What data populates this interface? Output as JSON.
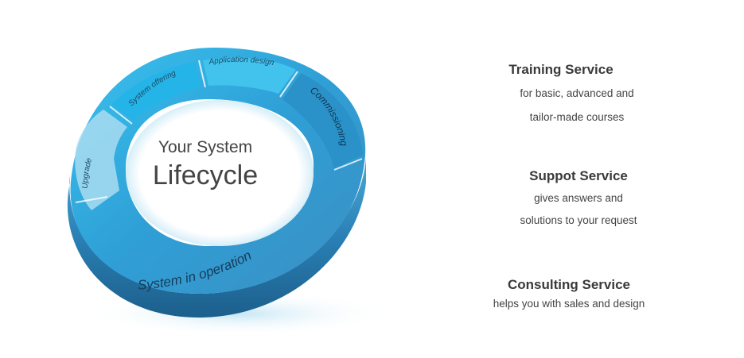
{
  "diagram": {
    "center_line1": "Your System",
    "center_line2": "Lifecycle",
    "segments": {
      "system_offering": "System offering",
      "application_design": "Application design",
      "commissioning": "Commissioning",
      "system_in_operation": "System in operation",
      "upgrade": "Upgrade"
    },
    "colors": {
      "ring_top": "#2bb8e8",
      "ring_mid": "#3b9fd0",
      "ring_side": "#1f6f9e",
      "ring_light": "#a7dcf2"
    }
  },
  "services": [
    {
      "title": "Training Service",
      "desc_line1": "for basic, advanced and",
      "desc_line2": "tailor-made courses"
    },
    {
      "title": "Suppot Service",
      "desc_line1": "gives answers and",
      "desc_line2": "solutions to your request"
    },
    {
      "title": "Consulting Service",
      "desc_line1": "helps you with sales and design"
    }
  ]
}
